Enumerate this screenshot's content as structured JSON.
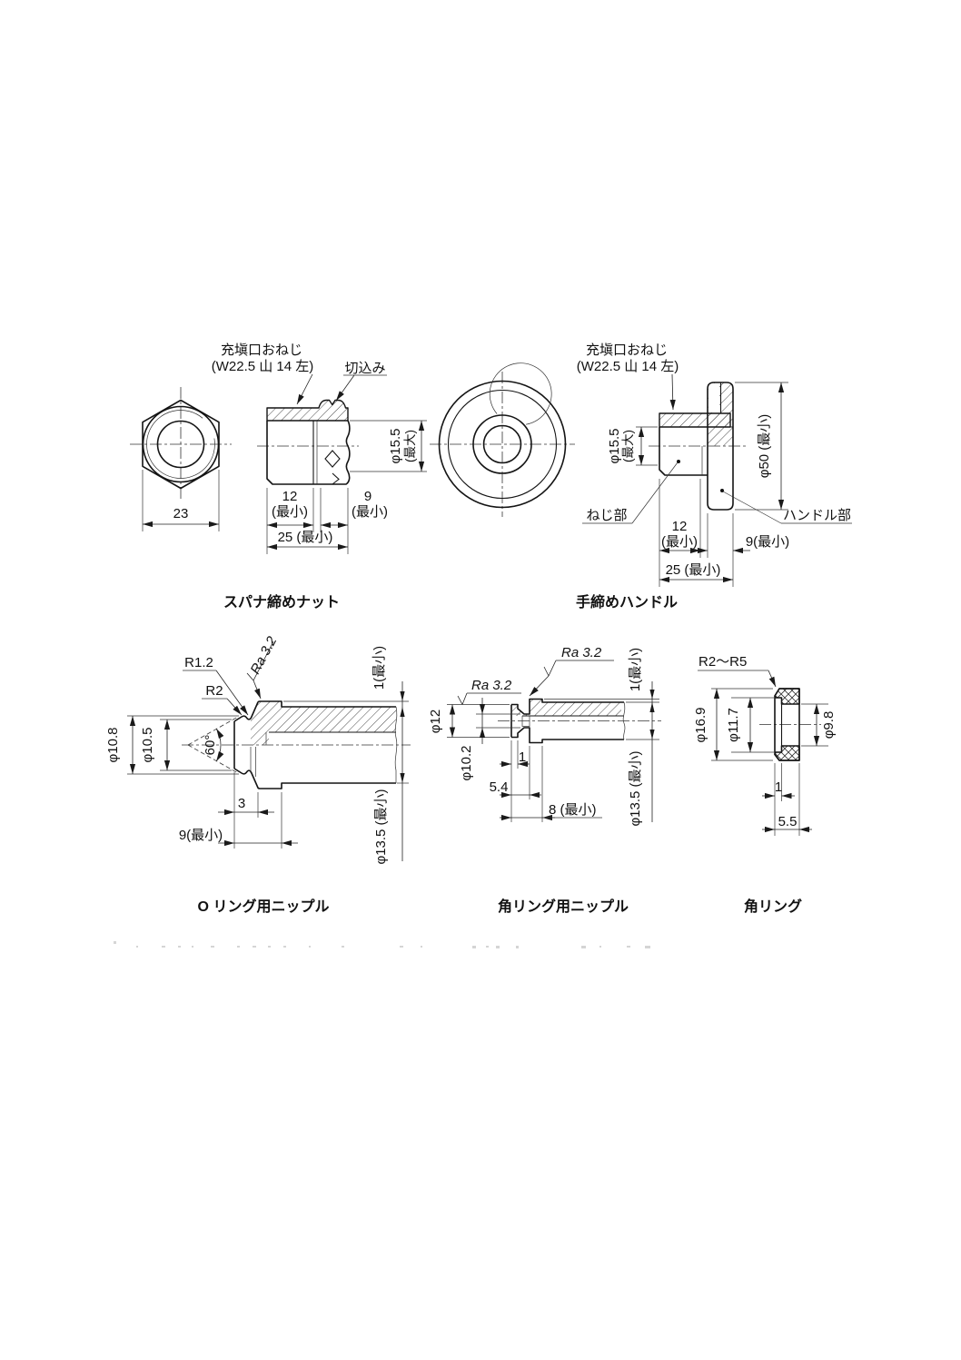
{
  "page": {
    "background": "#ffffff"
  },
  "figures": {
    "spanner_nut": {
      "title": "スパナ締めナット",
      "fill_port_label_1": "充塡口おねじ",
      "fill_port_label_2": "(W22.5 山 14 左)",
      "notch_label": "切込み",
      "dim_across_flats": "23",
      "dim_thread_length": "12",
      "dim_thread_length_min": "(最小)",
      "dim_neck_length": "9",
      "dim_neck_length_min": "(最小)",
      "dim_overall": "25 (最小)",
      "dim_bore_dia": "φ15.5",
      "dim_bore_dia_max": "(最大)"
    },
    "hand_handle": {
      "title": "手締めハンドル",
      "fill_port_label_1": "充塡口おねじ",
      "fill_port_label_2": "(W22.5 山 14 左)",
      "thread_part_label": "ねじ部",
      "handle_part_label": "ハンドル部",
      "dim_bore_dia": "φ15.5",
      "dim_bore_dia_max": "(最大)",
      "dim_handle_dia": "φ50 (最小)",
      "dim_thread_length": "12",
      "dim_thread_length_min": "(最小)",
      "dim_neck_length": "9(最小)",
      "dim_overall": "25 (最小)"
    },
    "oring_nipple": {
      "title": "O リング用ニップル",
      "radius_groove": "R1.2",
      "radius_crest": "R2",
      "roughness": "Ra 3.2",
      "dim_protrusion": "1(最小)",
      "dim_outer_dia": "φ10.8",
      "dim_inner_dia": "φ10.5",
      "dim_cone_angle": "60°",
      "dim_groove_width": "3",
      "dim_tip_length": "9(最小)",
      "dim_body_dia": "φ13.5 (最小)"
    },
    "square_ring_nipple": {
      "title": "角リング用ニップル",
      "roughness_top": "Ra 3.2",
      "roughness_left": "Ra 3.2",
      "dim_flange_dia": "φ12",
      "dim_shaft_dia": "φ10.2",
      "dim_flange_thk": "1",
      "dim_to_collar": "5.4",
      "dim_tip_length": "8 (最小)",
      "dim_protrusion": "1(最小)",
      "dim_body_dia": "φ13.5 (最小)"
    },
    "square_ring": {
      "title": "角リング",
      "radius_range": "R2～R5",
      "dim_outer_dia": "φ16.9",
      "dim_mid_dia": "φ11.7",
      "dim_inner_dia": "φ9.8",
      "dim_lip_width": "1",
      "dim_width": "5.5"
    }
  }
}
